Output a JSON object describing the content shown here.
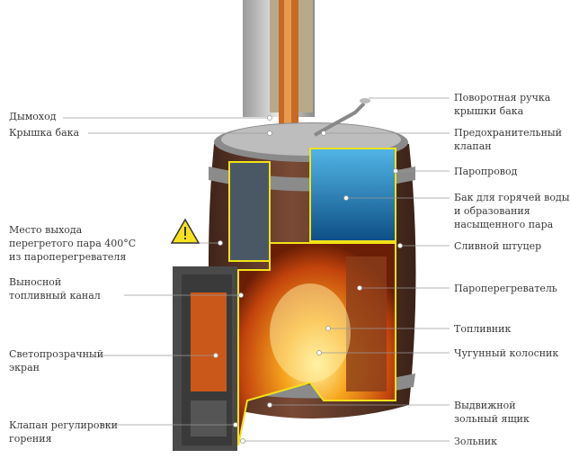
{
  "left_labels": {
    "chimney": [
      "Дымоход"
    ],
    "tank_lid": [
      "Крышка бака"
    ],
    "steam_outlet": [
      "Место выхода",
      "перегретого пара 400°С",
      "из пароперегревателя"
    ],
    "fuel_channel": [
      "Выносной",
      "топливный канал"
    ],
    "glass_screen": [
      "Светопрозрачный",
      "экран"
    ],
    "combustion_valve": [
      "Клапан регулировки",
      "горения"
    ]
  },
  "right_labels": {
    "lid_handle": [
      "Поворотная ручка",
      "крышки бака"
    ],
    "safety_valve": [
      "Предохранительный",
      "клапан"
    ],
    "steam_pipe": [
      "Паропровод"
    ],
    "tank": [
      "Бак для горячей воды",
      "и образования",
      "насыщенного пара"
    ],
    "drain_fitting": [
      "Сливной штуцер"
    ],
    "superheater": [
      "Пароперегреватель"
    ],
    "firebox": [
      "Топливник"
    ],
    "grate": [
      "Чугунный колосник"
    ],
    "ash_drawer": [
      "Выдвижной",
      "зольный ящик"
    ],
    "ash_pit": [
      "Зольник"
    ]
  },
  "warning_icon": "warning-triangle-icon",
  "colors": {
    "barrel": "#5a3526",
    "fire": "#f08a1c",
    "water": "#1f6fa8",
    "outline": "#f2e21a",
    "door": "#4a4a4a"
  }
}
